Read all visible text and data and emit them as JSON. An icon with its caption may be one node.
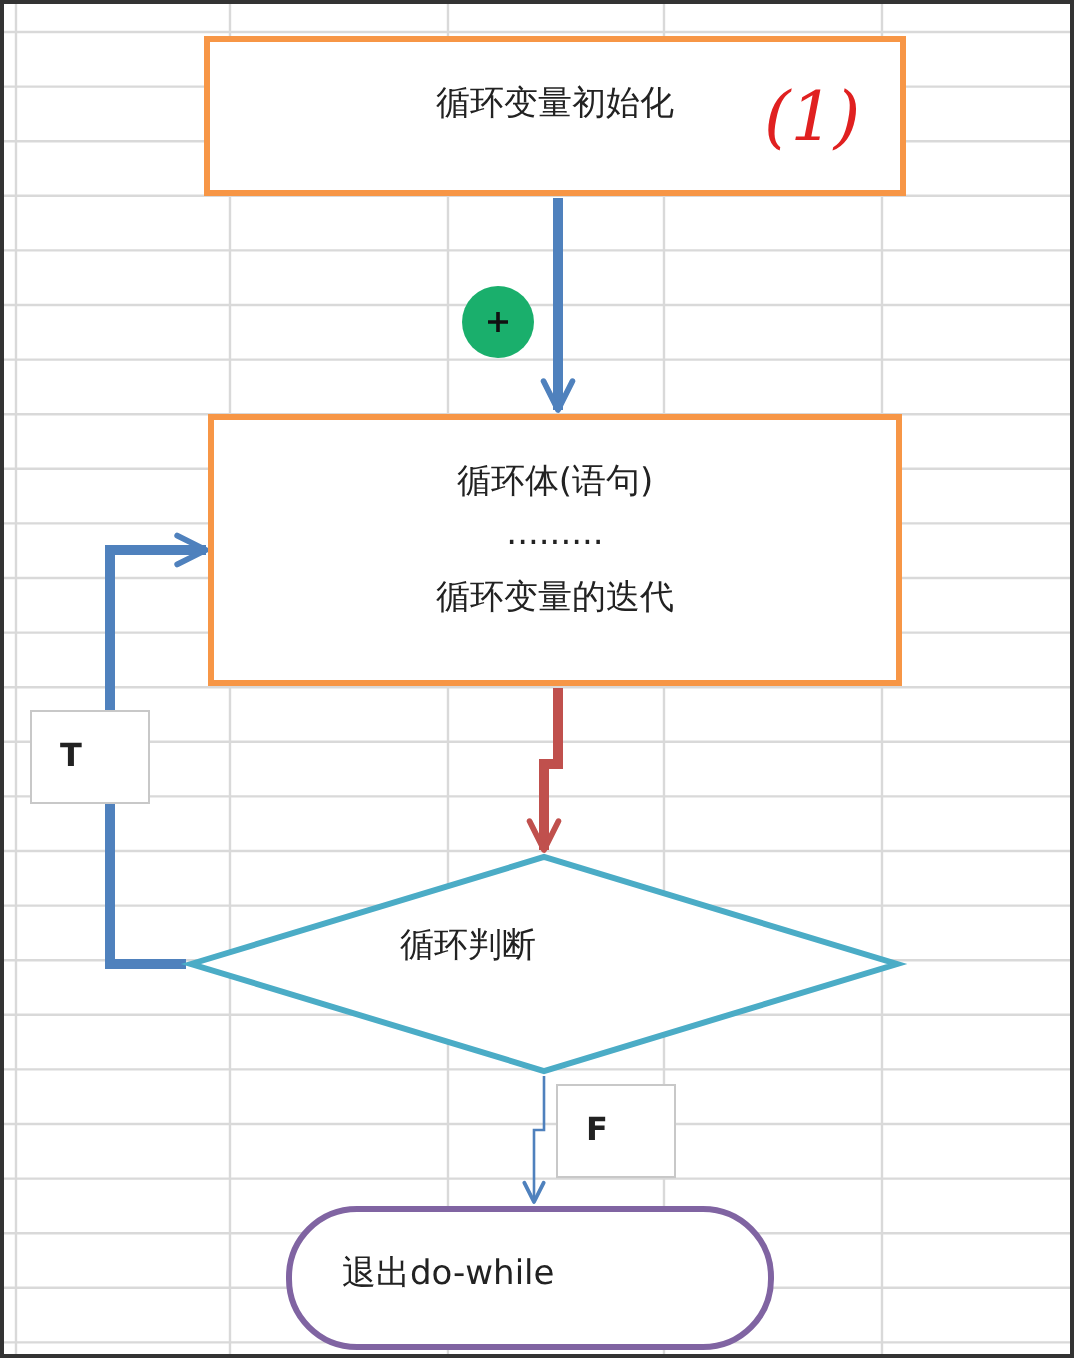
{
  "diagram": {
    "nodes": [
      {
        "text": [
          "循环变量初始化"
        ]
      },
      {
        "text": [
          "循环体(语句)",
          ".........",
          "循环变量的迭代"
        ]
      },
      {
        "text": [
          "循环判断"
        ]
      },
      {
        "text": [
          "退出do-while"
        ]
      }
    ],
    "edges": [
      {
        "from": 0,
        "to": 1,
        "arrow": "to"
      },
      {
        "from": 1,
        "to": 2,
        "arrow": "to",
        "color": "#c0504d"
      },
      {
        "from": 2,
        "to": 1,
        "arrow": "to",
        "label": "T"
      },
      {
        "from": 2,
        "to": 3,
        "arrow": "to",
        "label": "F"
      }
    ],
    "labels": [
      "(1)"
    ]
  }
}
